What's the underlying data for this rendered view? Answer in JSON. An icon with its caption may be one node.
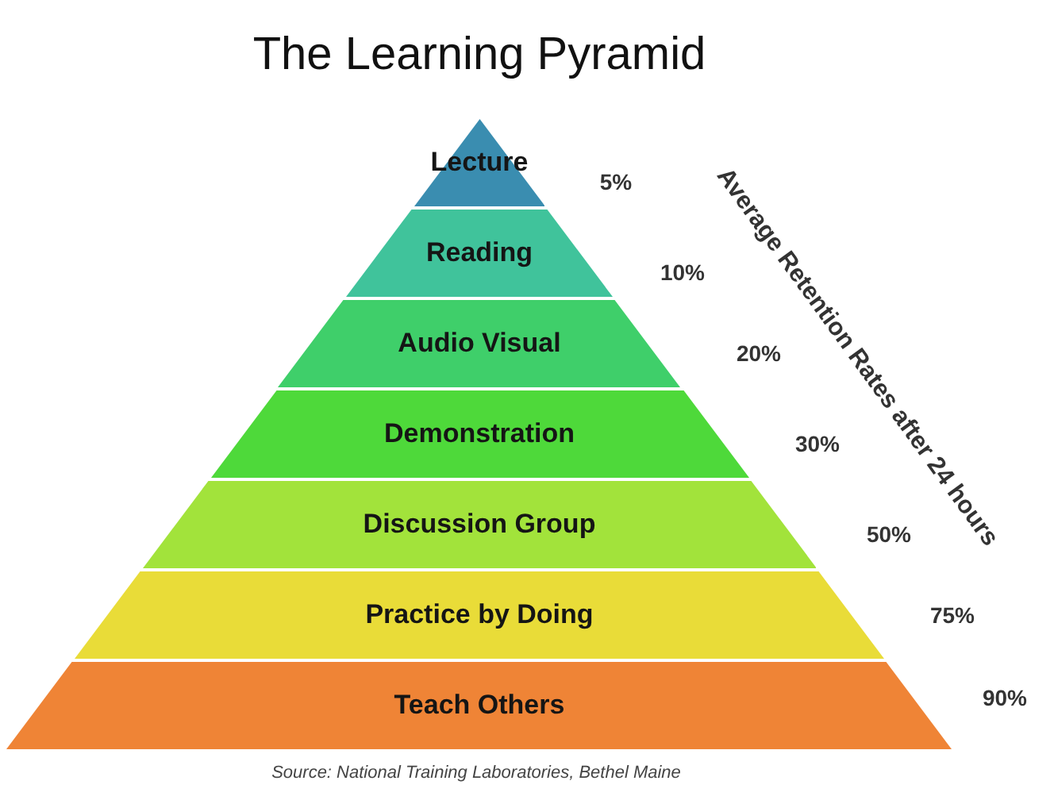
{
  "diagram": {
    "title": "The Learning Pyramid",
    "caption": "Source: National Training Laboratories, Bethel Maine",
    "nodes": [
      {
        "text": [
          "Lecture"
        ]
      },
      {
        "text": [
          "Reading"
        ]
      },
      {
        "text": [
          "Audio Visual"
        ]
      },
      {
        "text": [
          "Demonstration"
        ]
      },
      {
        "text": [
          "Discussion Group"
        ]
      },
      {
        "text": [
          "Practice by Doing"
        ]
      },
      {
        "text": [
          "Teach Others"
        ]
      }
    ],
    "labels": [
      "5%",
      "10%",
      "20%",
      "30%",
      "50%",
      "75%",
      "90%",
      "Average Retention Rates after 24 hours"
    ]
  }
}
